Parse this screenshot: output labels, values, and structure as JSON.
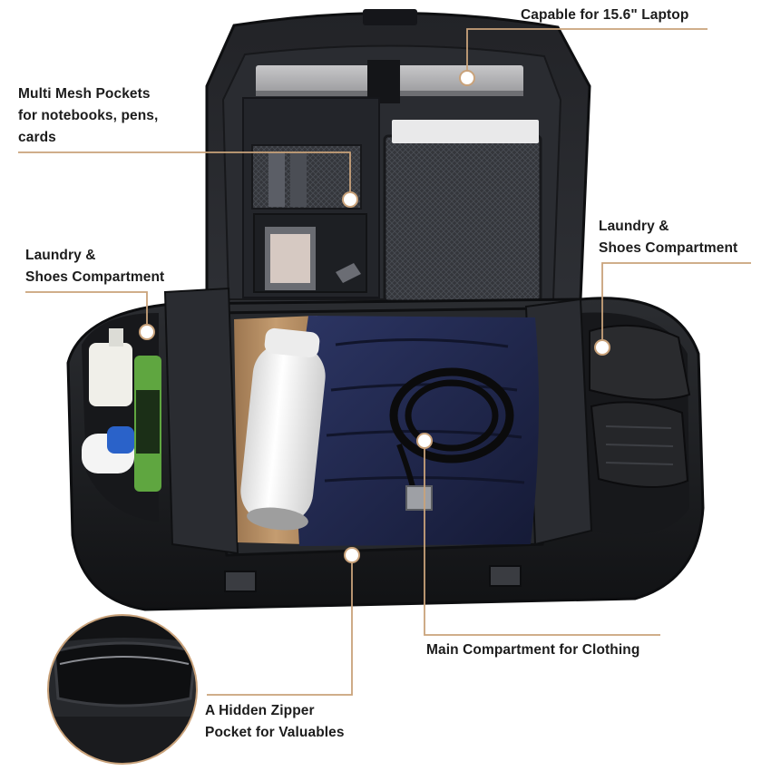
{
  "figure": {
    "colors": {
      "callout": "#c9a27a",
      "bag": "#1f2023",
      "bag_dark": "#121315",
      "lining": "#2a2c30",
      "navy": "#222a4f",
      "khaki": "#b89066",
      "white_bottle": "#f2f2f2"
    }
  },
  "callouts": {
    "laptop": {
      "lines": [
        "Capable for 15.6\" Laptop"
      ]
    },
    "mesh": {
      "lines": [
        "Multi Mesh Pockets",
        "for notebooks, pens,",
        "cards"
      ]
    },
    "left_laundry": {
      "lines": [
        "Laundry &",
        "Shoes Compartment"
      ]
    },
    "right_laundry": {
      "lines": [
        "Laundry &",
        "Shoes Compartment"
      ]
    },
    "main": {
      "lines": [
        "Main Compartment for Clothing"
      ]
    },
    "hidden": {
      "lines": [
        "A Hidden Zipper",
        "Pocket for Valuables"
      ]
    }
  }
}
